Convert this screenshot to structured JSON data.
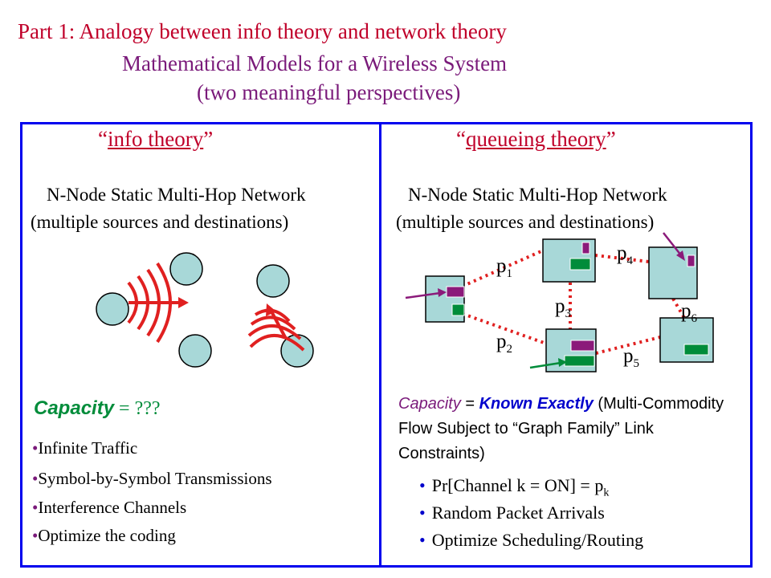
{
  "title": {
    "line1": "Part 1:  Analogy between info theory and network theory",
    "line2": "Mathematical Models for a Wireless System",
    "line3": "(two meaningful perspectives)"
  },
  "left": {
    "heading": "info theory",
    "network_line1": "N-Node Static Multi-Hop Network",
    "network_line2": "(multiple sources and destinations)",
    "capacity_label": "Capacity",
    "capacity_value": " = ???",
    "bullets": [
      "Infinite Traffic",
      "Symbol-by-Symbol Transmissions",
      "Interference Channels",
      "Optimize the coding"
    ]
  },
  "right": {
    "heading": "queueing theory",
    "network_line1": "N-Node Static Multi-Hop Network",
    "network_line2": "(multiple sources and destinations)",
    "capacity_label": "Capacity",
    "capacity_eq": " = ",
    "capacity_known": "Known Exactly",
    "capacity_desc": " (Multi-Commodity Flow Subject to “Graph Family” Link Constraints)",
    "bullet1_main": "Pr[Channel k = ON] = p",
    "bullet1_sub": "k",
    "bullet2": "Random Packet Arrivals",
    "bullet3": "Optimize Scheduling/Routing",
    "links": [
      {
        "main": "p",
        "sub": "1"
      },
      {
        "main": "p",
        "sub": "2"
      },
      {
        "main": "p",
        "sub": "3"
      },
      {
        "main": "p",
        "sub": "4"
      },
      {
        "main": "p",
        "sub": "5"
      },
      {
        "main": "p",
        "sub": "6"
      }
    ]
  },
  "colors": {
    "title_red": "#c0002a",
    "title_purple": "#7a1a7a",
    "frame_blue": "#0000ee",
    "node_fill": "#a8d8d8",
    "queue_green": "#008c3a",
    "queue_purple": "#8b1a7a",
    "link_red": "#e02020"
  }
}
